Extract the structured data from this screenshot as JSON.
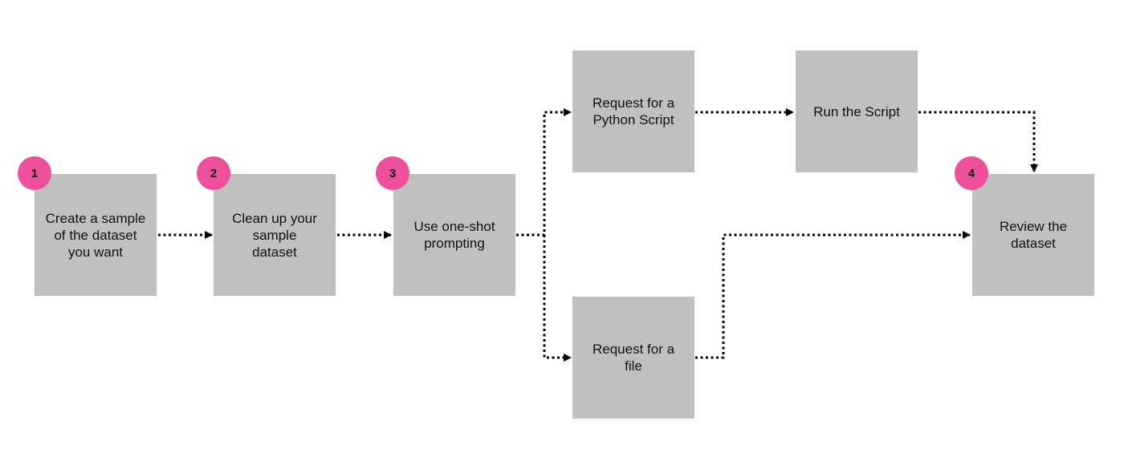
{
  "steps": [
    {
      "id": "create-sample",
      "label": "Create a sample\nof the dataset\nyou want",
      "badge": "1"
    },
    {
      "id": "clean-up",
      "label": "Clean up your\nsample\ndataset",
      "badge": "2"
    },
    {
      "id": "one-shot",
      "label": "Use one-shot\nprompting",
      "badge": "3"
    },
    {
      "id": "request-script",
      "label": "Request for a\nPython Script",
      "badge": ""
    },
    {
      "id": "run-script",
      "label": "Run the Script",
      "badge": ""
    },
    {
      "id": "request-file",
      "label": "Request for a\nfile",
      "badge": ""
    },
    {
      "id": "review",
      "label": "Review the\ndataset",
      "badge": "4"
    }
  ],
  "colors": {
    "box": "#c0c0c0",
    "badge": "#ee4f9a",
    "connector": "#000000"
  },
  "connector_style": "dotted-arrow"
}
